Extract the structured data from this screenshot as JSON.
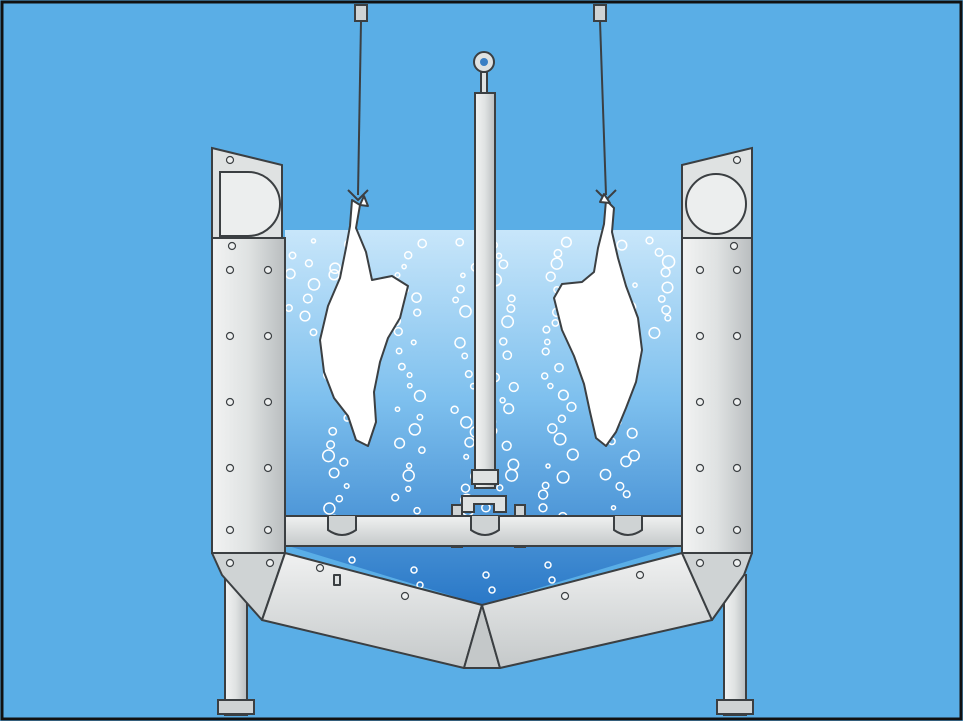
{
  "diagram": {
    "colors": {
      "background": "#5aaee6",
      "frame_border": "#111111",
      "steel_fill": "#dfe2e2",
      "steel_shade": "#c4c8c9",
      "steel_outline": "#3b3f42",
      "water_top": "#c8e6fa",
      "water_bottom": "#2a78c7",
      "bubble": "#ffffff",
      "carcass": "#ffffff"
    },
    "elements": {
      "tank": "scalding-tank",
      "left_carcass": "hanging-poultry-carcass",
      "right_carcass": "hanging-poultry-carcass",
      "agitator": "air-injection-pipe",
      "bubbles": "air-bubbles"
    }
  }
}
